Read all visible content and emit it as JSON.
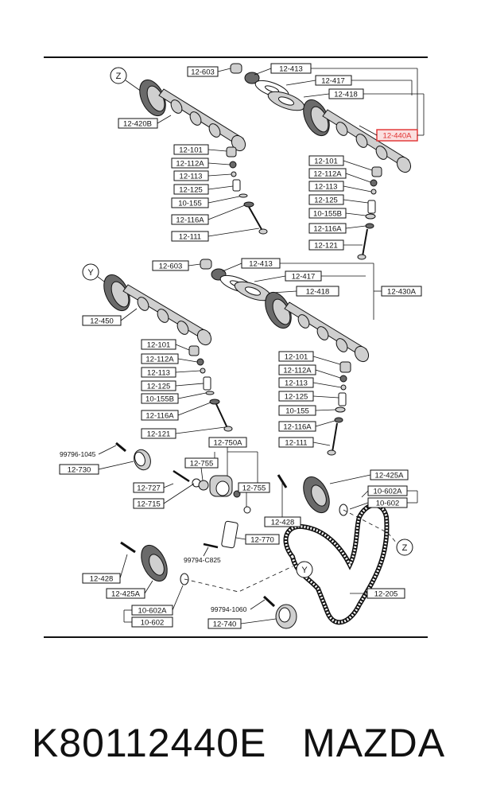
{
  "diagram": {
    "highlight_color": "#e03030",
    "callouts": {
      "z": "Z",
      "y": "Y"
    },
    "labels": {
      "upper_left": {
        "p12_603": "12-603",
        "p12_413": "12-413",
        "p12_417": "12-417",
        "p12_418": "12-418",
        "p12_420b": "12-420B",
        "p12_101": "12-101",
        "p12_112a": "12-112A",
        "p12_113": "12-113",
        "p12_125": "12-125",
        "p10_155": "10-155",
        "p12_116a": "12-116A",
        "p12_111": "12-111"
      },
      "upper_right": {
        "p12_440a": "12-440A",
        "p12_101": "12-101",
        "p12_112a": "12-112A",
        "p12_113": "12-113",
        "p12_125": "12-125",
        "p10_155b": "10-155B",
        "p12_116a": "12-116A",
        "p12_121": "12-121"
      },
      "middle_left": {
        "p12_603": "12-603",
        "p12_413": "12-413",
        "p12_417": "12-417",
        "p12_418": "12-418",
        "p12_430a": "12-430A",
        "p12_450": "12-450",
        "p12_101": "12-101",
        "p12_112a": "12-112A",
        "p12_113": "12-113",
        "p12_125": "12-125",
        "p10_155b": "10-155B",
        "p12_116a": "12-116A",
        "p12_121": "12-121"
      },
      "middle_right": {
        "p12_101": "12-101",
        "p12_112a": "12-112A",
        "p12_113": "12-113",
        "p12_125": "12-125",
        "p10_155": "10-155",
        "p12_116a": "12-116A",
        "p12_111": "12-111"
      },
      "lower": {
        "p12_750a": "12-750A",
        "p99796_1045": "99796-1045",
        "p12_730": "12-730",
        "p12_755_a": "12-755",
        "p12_755_b": "12-755",
        "p12_727": "12-727",
        "p12_715": "12-715",
        "p12_425a_r": "12-425A",
        "p10_602a_r": "10-602A",
        "p10_602_r": "10-602",
        "p12_428_r": "12-428",
        "p12_770": "12-770",
        "p99794_c825": "99794-C825",
        "p12_428_l": "12-428",
        "p12_425a_l": "12-425A",
        "p10_602a_l": "10-602A",
        "p10_602_l": "10-602",
        "p99794_1060": "99794-1060",
        "p12_740": "12-740",
        "p12_205": "12-205"
      }
    }
  },
  "caption": {
    "part_number": "K80112440E",
    "brand": "MAZDA"
  }
}
